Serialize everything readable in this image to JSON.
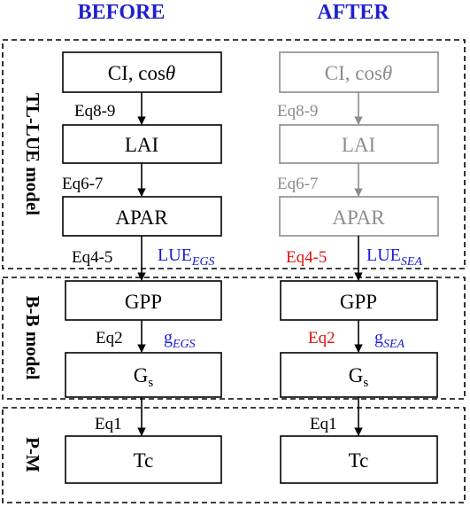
{
  "headers": {
    "before": "BEFORE",
    "after": "AFTER"
  },
  "sections": {
    "tl_lue": "TL-LUE model",
    "bb": "B-B model",
    "pm": "P-M"
  },
  "before": {
    "boxes": {
      "ci": "CI, cos",
      "theta": "θ",
      "lai": "LAI",
      "apar": "APAR",
      "gpp": "GPP",
      "gs": "G",
      "gs_sub": "s",
      "tc": "Tc"
    },
    "eq_ci_lai": "Eq8-9",
    "eq_lai_apar": "Eq6-7",
    "eq_apar_gpp": "Eq4-5",
    "lue": "LUE",
    "lue_sub": "EGS",
    "eq_gpp_gs": "Eq2",
    "g": "g",
    "g_sub": "EGS",
    "eq_gs_tc": "Eq1"
  },
  "after": {
    "boxes": {
      "ci": "CI, cos",
      "theta": "θ",
      "lai": "LAI",
      "apar": "APAR",
      "gpp": "GPP",
      "gs": "G",
      "gs_sub": "s",
      "tc": "Tc"
    },
    "eq_ci_lai": "Eq8-9",
    "eq_lai_apar": "Eq6-7",
    "eq_apar_gpp": "Eq4-5",
    "lue": "LUE",
    "lue_sub": "SEA",
    "eq_gpp_gs": "Eq2",
    "g": "g",
    "g_sub": "SEA",
    "eq_gs_tc": "Eq1"
  },
  "colors": {
    "header": "#1f1fd0",
    "highlight_blue": "#1a1ad6",
    "highlight_red": "#e01010",
    "gray": "#8c8c8c",
    "black": "#000000"
  }
}
